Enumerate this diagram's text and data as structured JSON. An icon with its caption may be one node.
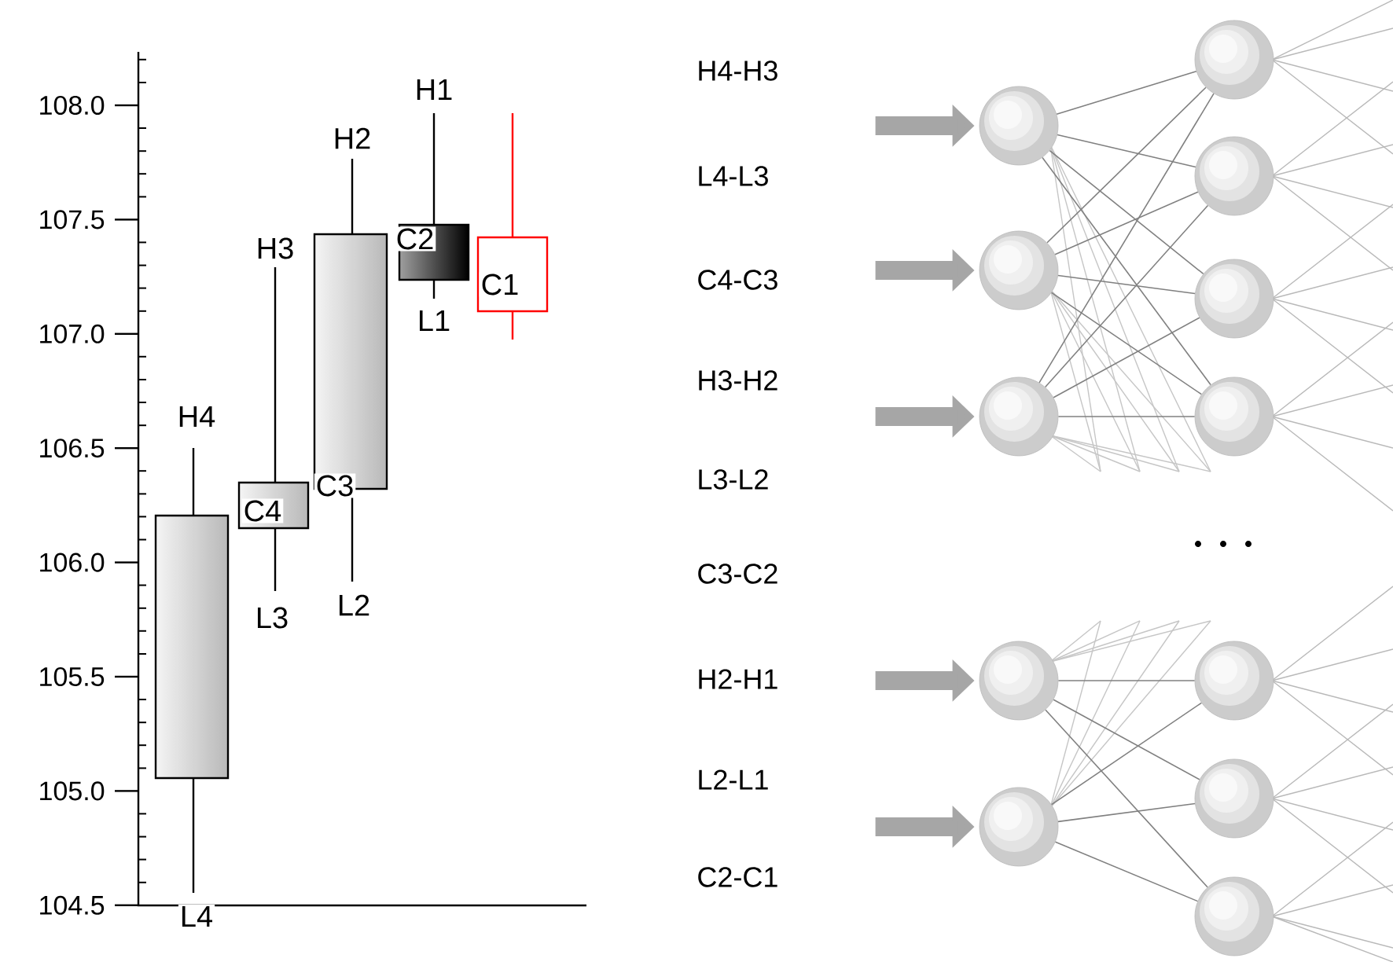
{
  "diagram": {
    "nodes": [
      {
        "text": [],
        "shape": "circle"
      },
      {
        "text": [],
        "shape": "circle"
      },
      {
        "text": [],
        "shape": "circle"
      },
      {
        "text": [],
        "shape": "circle"
      },
      {
        "text": [],
        "shape": "circle"
      },
      {
        "text": [],
        "shape": "circle"
      },
      {
        "text": [],
        "shape": "circle"
      },
      {
        "text": [],
        "shape": "circle"
      },
      {
        "text": [],
        "shape": "circle"
      },
      {
        "text": [],
        "shape": "circle"
      },
      {
        "text": [],
        "shape": "circle"
      },
      {
        "text": [],
        "shape": "circle"
      }
    ],
    "edges": [
      {
        "from": null,
        "to": 0,
        "arrow": "to",
        "style": "thick"
      },
      {
        "from": null,
        "to": 1,
        "arrow": "to",
        "style": "thick"
      },
      {
        "from": null,
        "to": 2,
        "arrow": "to",
        "style": "thick"
      },
      {
        "from": null,
        "to": 3,
        "arrow": "to",
        "style": "thick"
      },
      {
        "from": null,
        "to": 4,
        "arrow": "to",
        "style": "thick"
      },
      {
        "from": 0,
        "to": 5,
        "arrow": "none"
      },
      {
        "from": 0,
        "to": 6,
        "arrow": "none"
      },
      {
        "from": 0,
        "to": 7,
        "arrow": "none"
      },
      {
        "from": 0,
        "to": 8,
        "arrow": "none"
      },
      {
        "from": 1,
        "to": 5,
        "arrow": "none"
      },
      {
        "from": 1,
        "to": 6,
        "arrow": "none"
      },
      {
        "from": 1,
        "to": 7,
        "arrow": "none"
      },
      {
        "from": 1,
        "to": 8,
        "arrow": "none"
      },
      {
        "from": 2,
        "to": 5,
        "arrow": "none"
      },
      {
        "from": 2,
        "to": 6,
        "arrow": "none"
      },
      {
        "from": 2,
        "to": 7,
        "arrow": "none"
      },
      {
        "from": 2,
        "to": 8,
        "arrow": "none"
      },
      {
        "from": 3,
        "to": 9,
        "arrow": "none"
      },
      {
        "from": 3,
        "to": 10,
        "arrow": "none"
      },
      {
        "from": 3,
        "to": 11,
        "arrow": "none"
      },
      {
        "from": 4,
        "to": 9,
        "arrow": "none"
      },
      {
        "from": 4,
        "to": 10,
        "arrow": "none"
      },
      {
        "from": 4,
        "to": 11,
        "arrow": "none"
      }
    ],
    "labels": [
      "108.0",
      "107.5",
      "107.0",
      "106.5",
      "106.0",
      "105.5",
      "105.0",
      "104.5",
      "H1",
      "H2",
      "H3",
      "C2",
      "C1",
      "L1",
      "H4",
      "C3",
      "C4",
      "L3",
      "L2",
      "L4",
      "H4-H3",
      "L4-L3",
      "C4-C3",
      "H3-H2",
      "L3-L2",
      "C3-C2",
      "H2-H1",
      "L2-L1",
      "C2-C1"
    ]
  }
}
